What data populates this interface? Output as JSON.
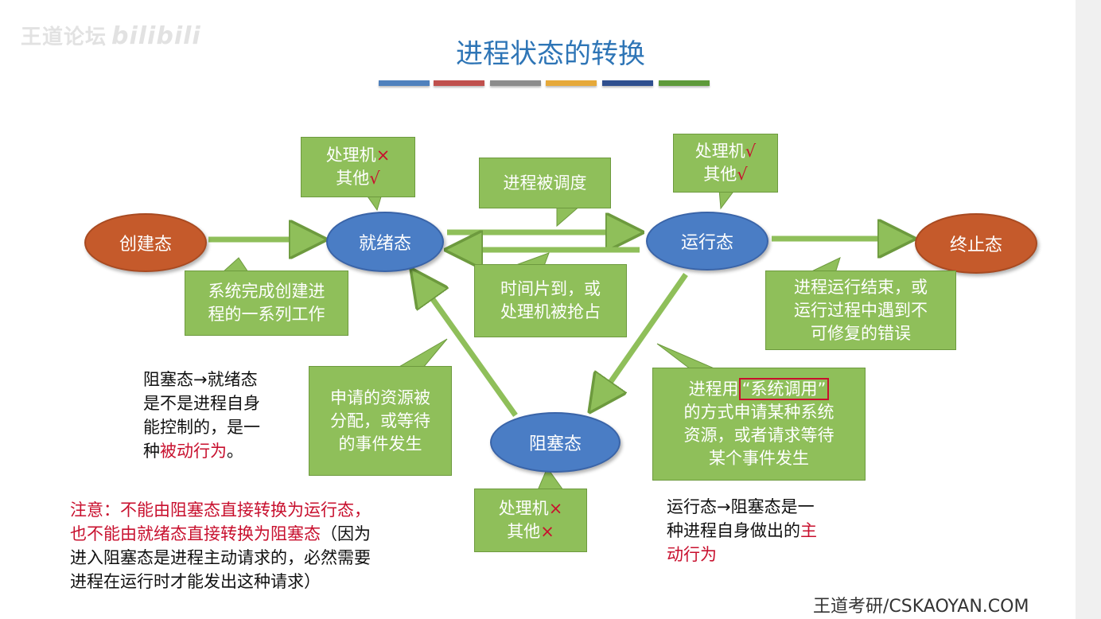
{
  "watermark": {
    "text": "王道论坛",
    "brand": "bilibili"
  },
  "title": "进程状态的转换",
  "stripes": [
    "#4f81bd",
    "#c0504d",
    "#8c8c8c",
    "#e6a93a",
    "#2f4f8f",
    "#5e9a3a"
  ],
  "states": {
    "create": "创建态",
    "ready": "就绪态",
    "running": "运行态",
    "terminated": "终止态",
    "blocked": "阻塞态"
  },
  "bubbles": {
    "ready_cond": {
      "line1": "处理机",
      "mark1": "×",
      "line2": "其他",
      "mark2": "√"
    },
    "running_cond": {
      "line1": "处理机",
      "mark1": "√",
      "line2": "其他",
      "mark2": "√"
    },
    "blocked_cond": {
      "line1": "处理机",
      "mark1": "×",
      "line2": "其他",
      "mark2": "×"
    },
    "scheduled": "进程被调度",
    "create_done": {
      "line1": "系统完成创建进",
      "line2": "程的一系列工作"
    },
    "timeslice": {
      "line1": "时间片到，或",
      "line2": "处理机被抢占"
    },
    "run_end": {
      "line1": "进程运行结束，或",
      "line2": "运行过程中遇到不",
      "line3": "可修复的错误"
    },
    "resource": {
      "line1": "申请的资源被",
      "line2": "分配，或等待",
      "line3": "的事件发生"
    },
    "syscall": {
      "pre": "进程用",
      "highlight": "“系统调用”",
      "line2": "的方式申请某种系统",
      "line3": "资源，或者请求等待",
      "line4": "某个事件发生"
    }
  },
  "notes": {
    "left": {
      "line1": "阻塞态→就绪态",
      "line2": "是不是进程自身",
      "line3": "能控制的，是一",
      "line4_pre": "种",
      "line4_red": "被动行为",
      "line4_post": "。"
    },
    "right": {
      "line1": "运行态→阻塞态是一",
      "line2_pre": "种进程自身做出的",
      "line2_red": "主",
      "line3_red": "动行为"
    },
    "warning": {
      "red1": "注意：不能由阻塞态直接转换为运行态，",
      "red2": "也不能由就绪态直接转换为阻塞态",
      "post2": "（因为",
      "line3": "进入阻塞态是进程主动请求的，必然需要",
      "line4": "进程在运行时才能发出这种请求）"
    }
  },
  "footer": "王道考研/CSKAOYAN.COM",
  "colors": {
    "title": "#2e75b6",
    "state_orange": "#c55a2b",
    "state_blue": "#4a7dc5",
    "bubble_green": "#8fbf5a",
    "accent_red": "#c8102e"
  }
}
